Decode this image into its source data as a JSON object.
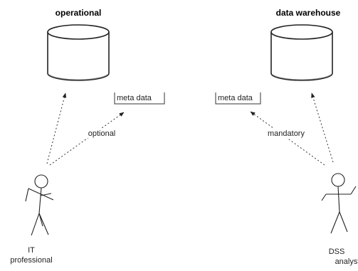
{
  "diagram": {
    "left": {
      "store_title": "operational",
      "meta_label": "meta data",
      "edge_label": "optional",
      "actor_line1": "IT",
      "actor_line2": "professional"
    },
    "right": {
      "store_title": "data warehouse",
      "meta_label": "meta data",
      "edge_label": "mandatory",
      "actor_line1": "DSS",
      "actor_line2": "analyst"
    }
  }
}
